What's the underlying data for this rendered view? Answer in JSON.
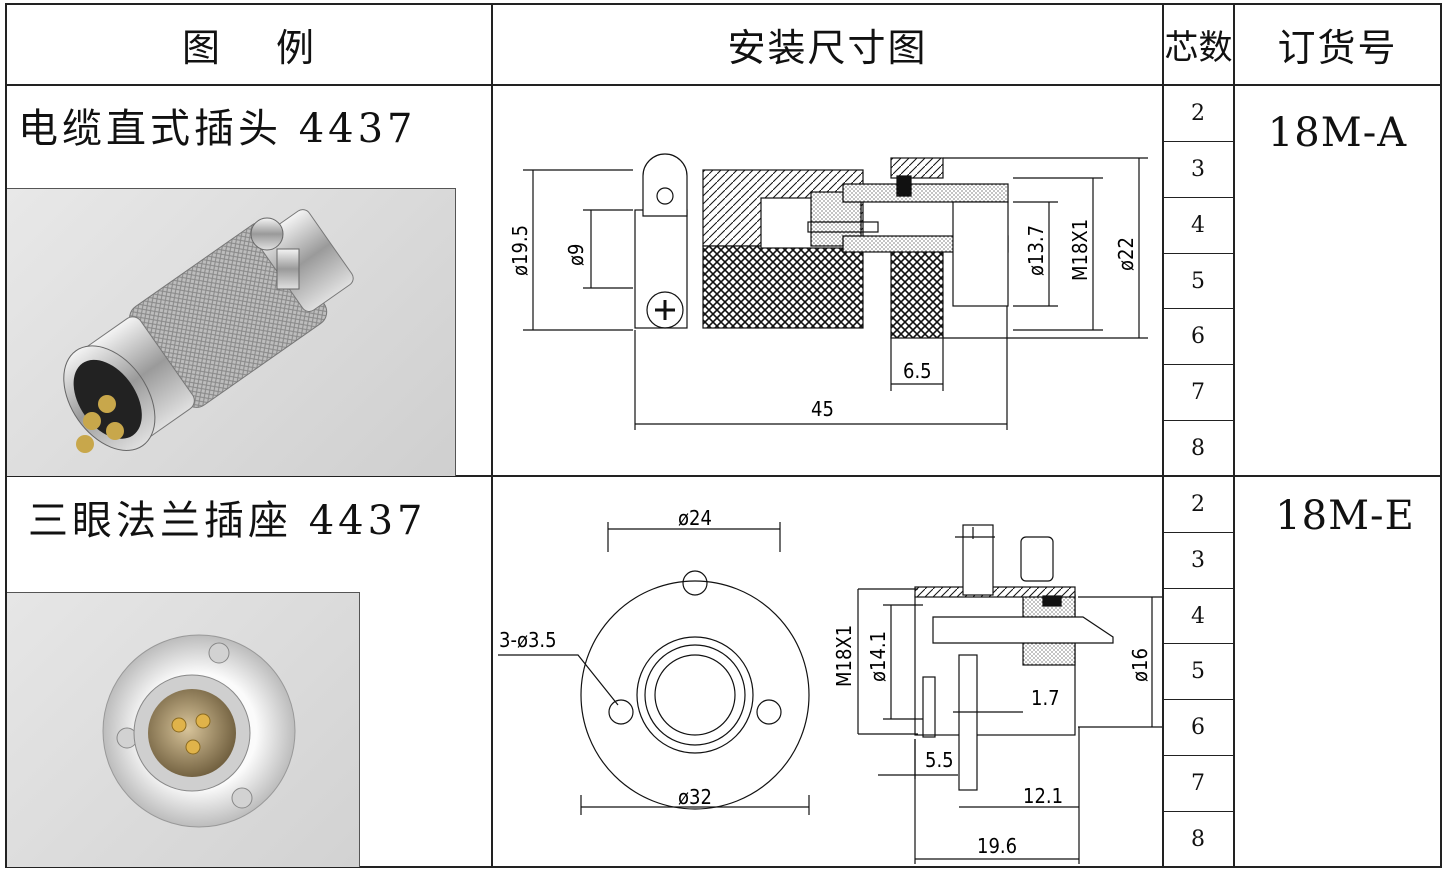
{
  "header": {
    "col1": "图 例",
    "col2": "安装尺寸图",
    "col3": "芯数",
    "col4": "订货号"
  },
  "rows": [
    {
      "title": "电缆直式插头 4437",
      "code": "18M-A",
      "cores": [
        "2",
        "3",
        "4",
        "5",
        "6",
        "7",
        "8"
      ],
      "dims": {
        "d19_5": "ø19.5",
        "d9": "ø9",
        "d13_7": "ø13.7",
        "m18": "M18X1",
        "d22": "ø22",
        "l6_5": "6.5",
        "l45": "45"
      }
    },
    {
      "title": "三眼法兰插座 4437",
      "code": "18M-E",
      "cores": [
        "2",
        "3",
        "4",
        "5",
        "6",
        "7",
        "8"
      ],
      "dims": {
        "d24": "ø24",
        "holes": "3-ø3.5",
        "d32": "ø32",
        "m18": "M18X1",
        "d14_1": "ø14.1",
        "d16": "ø16",
        "l1_7": "1.7",
        "l5_5": "5.5",
        "l12_1": "12.1",
        "l19_6": "19.6"
      }
    }
  ],
  "colors": {
    "grid": "#222222",
    "photo_bg": "#dcdcdc",
    "metal": "#c9c9c9"
  }
}
